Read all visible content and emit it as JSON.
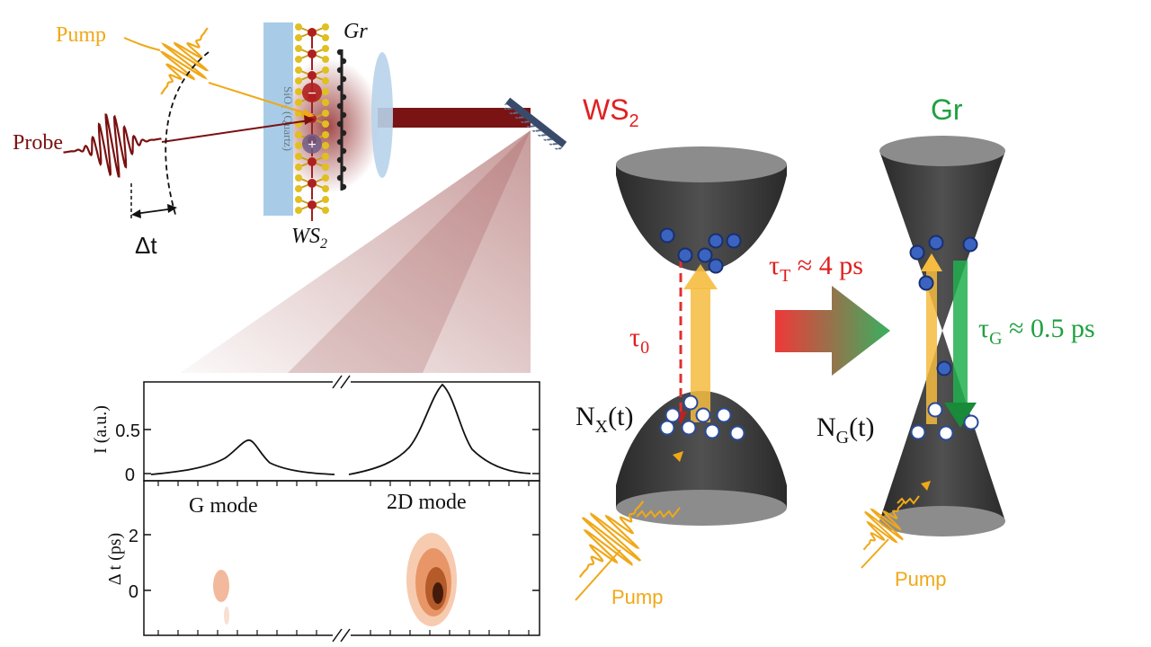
{
  "setup": {
    "pump_label": "Pump",
    "probe_label": "Probe",
    "delay_label": "Δt",
    "substrate_label": "SiO₂ (Quartz)",
    "gr_label": "Gr",
    "ws2_label": "WS",
    "ws2_sub": "2",
    "electron_sign": "−",
    "hole_sign": "+"
  },
  "plot": {
    "ylabel_top": "I (a.u.)",
    "ytick_top": [
      "0",
      "0.5"
    ],
    "ylabel_bottom": "Δ t (ps)",
    "ytick_bottom": [
      "0",
      "2"
    ],
    "g_mode": "G mode",
    "d2_mode": "2D mode"
  },
  "ws2_band": {
    "title": "WS",
    "title_sub": "2",
    "tau0": "τ",
    "tau0_sub": "0",
    "nx": "N",
    "nx_sub": "X",
    "nx_arg": "(t)",
    "pump": "Pump"
  },
  "transfer": {
    "tau": "τ",
    "tau_sub": "T",
    "value": " ≈ 4 ps"
  },
  "gr_band": {
    "title": "Gr",
    "tau": "τ",
    "tau_sub": "G",
    "value": " ≈ 0.5 ps",
    "ng": "N",
    "ng_sub": "G",
    "ng_arg": "(t)",
    "pump": "Pump"
  },
  "colors": {
    "pump": "#f0a818",
    "probe": "#7a1010",
    "ws2_title": "#e02020",
    "gr_title": "#20a040",
    "cone": "#3c3c3c",
    "electron": "#3a64c0"
  }
}
